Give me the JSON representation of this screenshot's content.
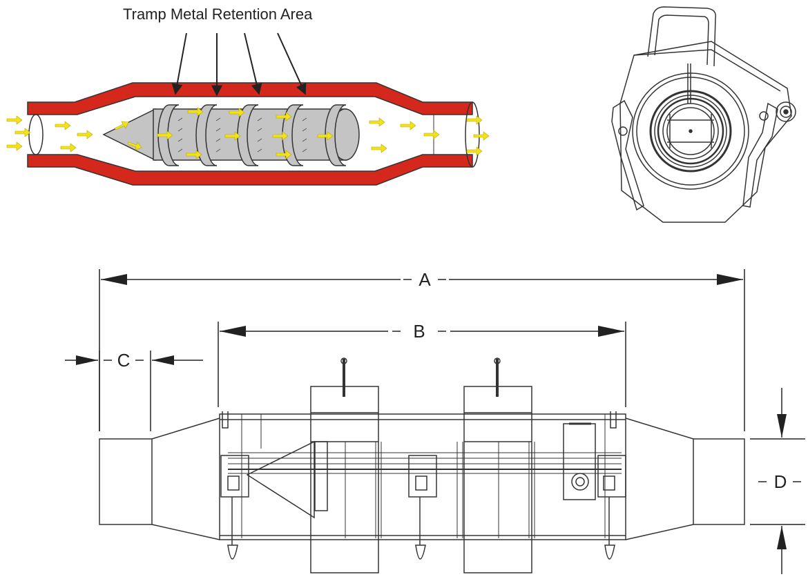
{
  "diagram": {
    "callout_label": "Tramp Metal Retention Area",
    "dimension_labels": {
      "a": "A",
      "b": "B",
      "c": "C",
      "d": "D"
    },
    "colors": {
      "pipe_wall": "#d5281c",
      "magnet_body": "#c4c4c4",
      "flow_arrow": "#f2e21a",
      "line": "#333333"
    },
    "icons": {
      "flow": "flow-arrow-icon",
      "callout": "callout-arrow-icon"
    }
  }
}
